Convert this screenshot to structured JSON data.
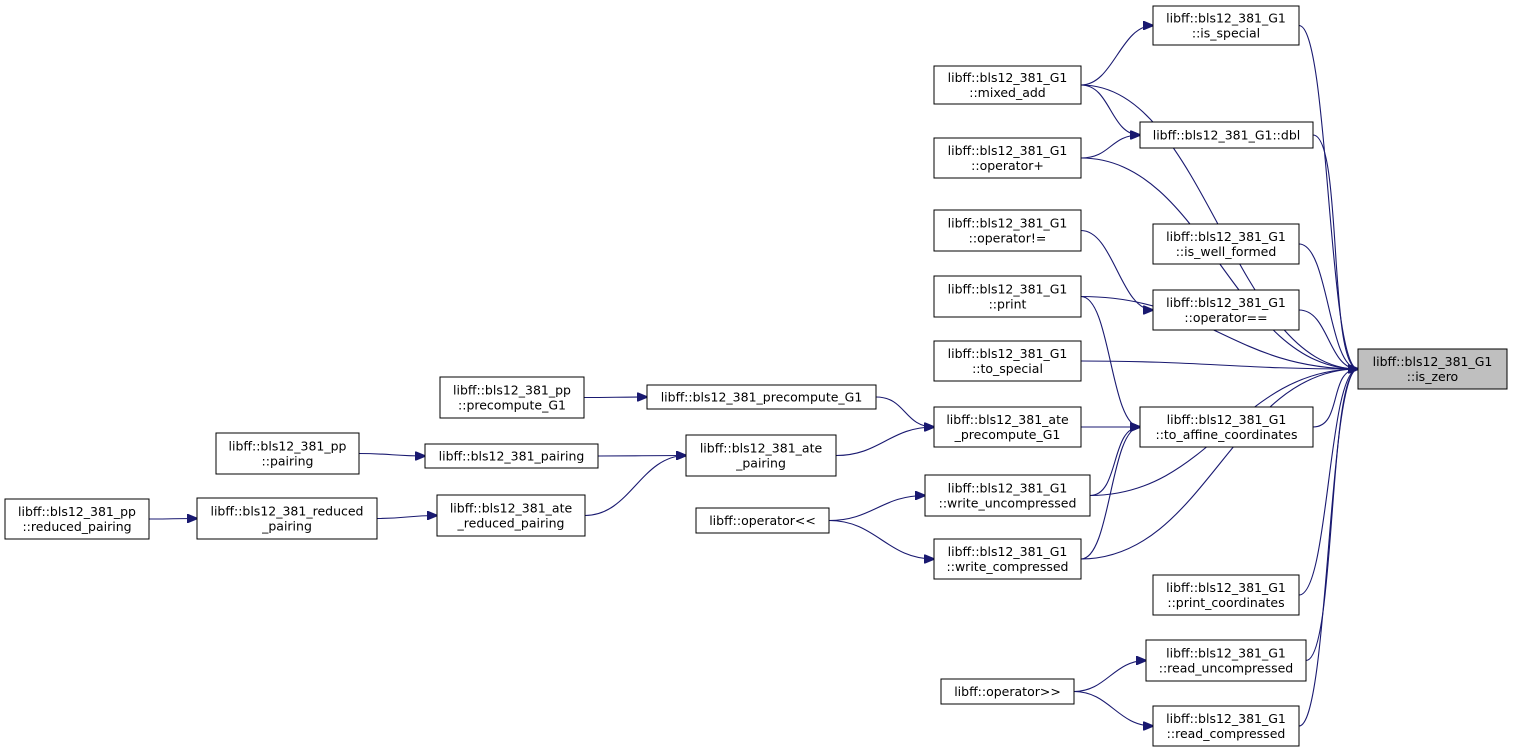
{
  "graph": {
    "nodes": [
      {
        "id": "is_zero",
        "lines": [
          "libff::bls12_381_G1",
          "::is_zero"
        ],
        "root": true
      },
      {
        "id": "is_special",
        "lines": [
          "libff::bls12_381_G1",
          "::is_special"
        ]
      },
      {
        "id": "mixed_add",
        "lines": [
          "libff::bls12_381_G1",
          "::mixed_add"
        ]
      },
      {
        "id": "dbl",
        "lines": [
          "libff::bls12_381_G1::dbl"
        ]
      },
      {
        "id": "op_plus",
        "lines": [
          "libff::bls12_381_G1",
          "::operator+"
        ]
      },
      {
        "id": "op_ne",
        "lines": [
          "libff::bls12_381_G1",
          "::operator!="
        ]
      },
      {
        "id": "is_well_formed",
        "lines": [
          "libff::bls12_381_G1",
          "::is_well_formed"
        ]
      },
      {
        "id": "print",
        "lines": [
          "libff::bls12_381_G1",
          "::print"
        ]
      },
      {
        "id": "op_eq",
        "lines": [
          "libff::bls12_381_G1",
          "::operator=="
        ]
      },
      {
        "id": "to_special",
        "lines": [
          "libff::bls12_381_G1",
          "::to_special"
        ]
      },
      {
        "id": "to_affine",
        "lines": [
          "libff::bls12_381_G1",
          "::to_affine_coordinates"
        ]
      },
      {
        "id": "pp_precompute",
        "lines": [
          "libff::bls12_381_pp",
          "::precompute_G1"
        ]
      },
      {
        "id": "precompute_G1",
        "lines": [
          "libff::bls12_381_precompute_G1"
        ]
      },
      {
        "id": "ate_precompute",
        "lines": [
          "libff::bls12_381_ate",
          "_precompute_G1"
        ]
      },
      {
        "id": "pp_pairing",
        "lines": [
          "libff::bls12_381_pp",
          "::pairing"
        ]
      },
      {
        "id": "pairing",
        "lines": [
          "libff::bls12_381_pairing"
        ]
      },
      {
        "id": "ate_pairing",
        "lines": [
          "libff::bls12_381_ate",
          "_pairing"
        ]
      },
      {
        "id": "write_uncomp",
        "lines": [
          "libff::bls12_381_G1",
          "::write_uncompressed"
        ]
      },
      {
        "id": "op_out",
        "lines": [
          "libff::operator<<"
        ]
      },
      {
        "id": "pp_reduced",
        "lines": [
          "libff::bls12_381_pp",
          "::reduced_pairing"
        ]
      },
      {
        "id": "reduced",
        "lines": [
          "libff::bls12_381_reduced",
          "_pairing"
        ]
      },
      {
        "id": "ate_reduced",
        "lines": [
          "libff::bls12_381_ate",
          "_reduced_pairing"
        ]
      },
      {
        "id": "write_comp",
        "lines": [
          "libff::bls12_381_G1",
          "::write_compressed"
        ]
      },
      {
        "id": "print_coords",
        "lines": [
          "libff::bls12_381_G1",
          "::print_coordinates"
        ]
      },
      {
        "id": "read_uncomp",
        "lines": [
          "libff::bls12_381_G1",
          "::read_uncompressed"
        ]
      },
      {
        "id": "op_in",
        "lines": [
          "libff::operator>>"
        ]
      },
      {
        "id": "read_comp",
        "lines": [
          "libff::bls12_381_G1",
          "::read_compressed"
        ]
      }
    ],
    "edges": [
      [
        "is_special",
        "is_zero"
      ],
      [
        "mixed_add",
        "is_special"
      ],
      [
        "mixed_add",
        "is_zero"
      ],
      [
        "mixed_add",
        "dbl"
      ],
      [
        "dbl",
        "is_zero"
      ],
      [
        "op_plus",
        "dbl"
      ],
      [
        "op_plus",
        "is_zero"
      ],
      [
        "op_ne",
        "op_eq"
      ],
      [
        "is_well_formed",
        "is_zero"
      ],
      [
        "op_eq",
        "is_zero"
      ],
      [
        "print",
        "is_zero"
      ],
      [
        "print",
        "to_affine"
      ],
      [
        "to_special",
        "is_zero"
      ],
      [
        "to_affine",
        "is_zero"
      ],
      [
        "ate_precompute",
        "to_affine"
      ],
      [
        "precompute_G1",
        "ate_precompute"
      ],
      [
        "pp_precompute",
        "precompute_G1"
      ],
      [
        "ate_pairing",
        "ate_precompute"
      ],
      [
        "pairing",
        "ate_pairing"
      ],
      [
        "pp_pairing",
        "pairing"
      ],
      [
        "ate_reduced",
        "ate_pairing"
      ],
      [
        "reduced",
        "ate_reduced"
      ],
      [
        "pp_reduced",
        "reduced"
      ],
      [
        "write_uncomp",
        "to_affine"
      ],
      [
        "write_uncomp",
        "is_zero"
      ],
      [
        "op_out",
        "write_uncomp"
      ],
      [
        "op_out",
        "write_comp"
      ],
      [
        "write_comp",
        "to_affine"
      ],
      [
        "write_comp",
        "is_zero"
      ],
      [
        "print_coords",
        "is_zero"
      ],
      [
        "read_uncomp",
        "is_zero"
      ],
      [
        "op_in",
        "read_uncomp"
      ],
      [
        "op_in",
        "read_comp"
      ],
      [
        "read_comp",
        "is_zero"
      ]
    ]
  }
}
